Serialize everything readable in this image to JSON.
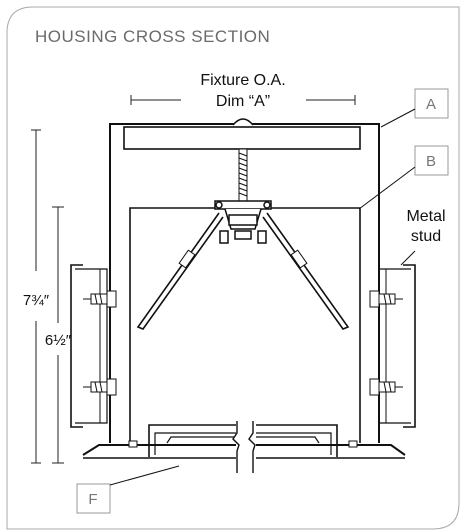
{
  "title": "HOUSING CROSS SECTION",
  "labels": {
    "fixture_line1": "Fixture O.A.",
    "fixture_line2": "Dim “A”",
    "metal_line1": "Metal",
    "metal_line2": "stud",
    "dim_outer": "7¾″",
    "dim_inner": "6½″",
    "callout_a": "A",
    "callout_b": "B",
    "callout_f": "F"
  }
}
